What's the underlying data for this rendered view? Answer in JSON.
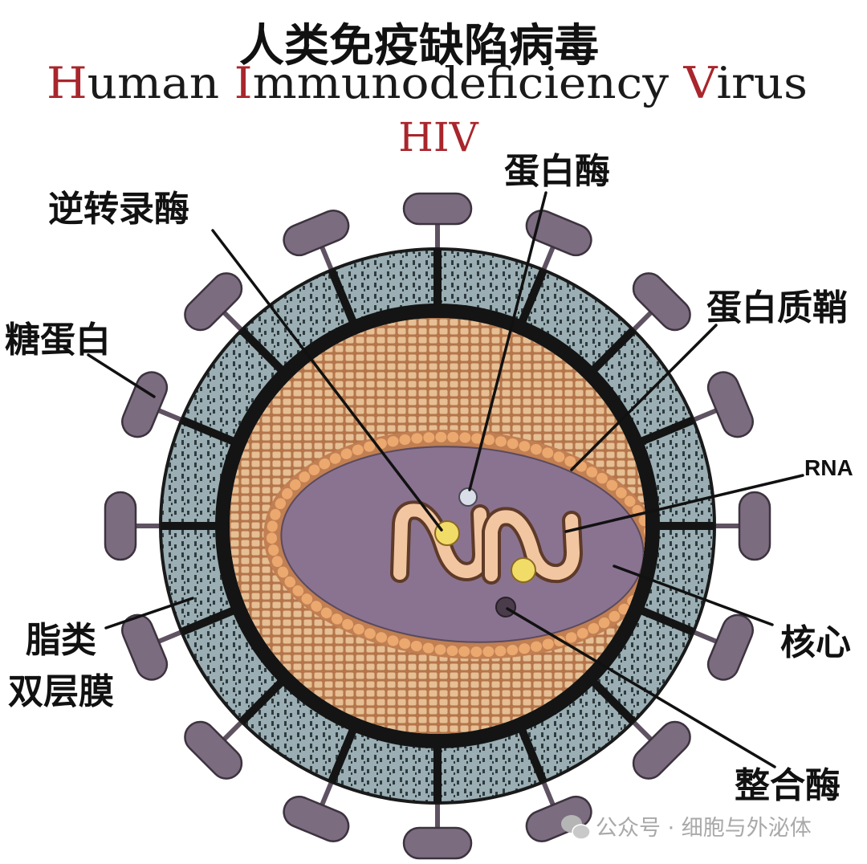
{
  "header": {
    "title": "人类免疫缺陷病毒",
    "subtitle": "Human Immunodeficiency Virus",
    "abbr": "HIV"
  },
  "labels": {
    "reverse_transcriptase": "逆转录酶",
    "protease": "蛋白酶",
    "capsid": "蛋白质鞘",
    "glycoprotein": "糖蛋白",
    "rna": "RNA",
    "core": "核心",
    "lipid_bilayer_line1": "脂类",
    "lipid_bilayer_line2": "双层膜",
    "integrase": "整合酶"
  },
  "watermark": {
    "icon": "wechat-icon",
    "text": "公众号 · 细胞与外泌体"
  },
  "colors": {
    "accent": "#a8262c",
    "ring": "#9aaeb3",
    "ring_marks": "#2f3b3e",
    "membrane": "#141414",
    "mesh": "#d39c68",
    "core": "#8a7391",
    "glycoprotein": "#7c6c80",
    "rna": "#f3c6a2",
    "enzyme": "#f2dc68"
  }
}
